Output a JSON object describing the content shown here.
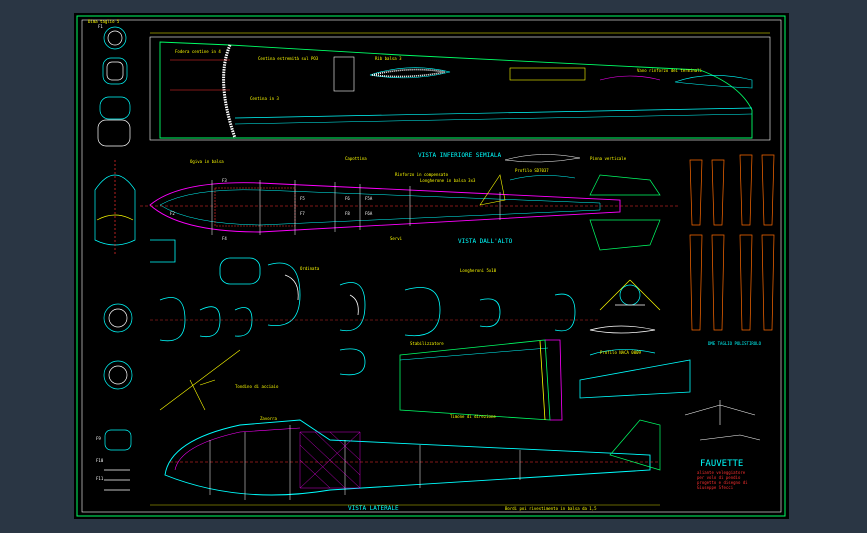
{
  "drawing": {
    "title": "FAUVETTE",
    "subtitle_lines": [
      "aliante veleggiatore",
      "per volo di pendio",
      "progetto e disegno di",
      "Giuseppe Sfecci"
    ],
    "view_labels": {
      "bottom_view": "VISTA INFERIORE SEMIALA",
      "top_view": "VISTA DALL'ALTO",
      "side_view": "VISTA LATERALE",
      "tail_panel": "DME TAGLIO POLISTIROLO"
    },
    "callouts": {
      "tl_part": "Dima taglio 5",
      "wing_pos": "Fodera centine in 4",
      "wing_pos2": "Centina estremità sul PO3",
      "rib_balsa": "Rib balsa 3",
      "tip_note": "Vano rinforzo dei terminali",
      "sheet_pos": "Centina in 3",
      "fuse_top1": "Longherone in balsa 3x3",
      "fuse_top2": "Rinforzo in compensato",
      "nose": "Ogiva in balsa",
      "canopy": "Capottina",
      "tail": "Pinna verticale",
      "servo": "Servi",
      "spar": "Longheroni 5x10",
      "profile1": "Profilo SD7037",
      "profile2": "Profilo NACA 0009",
      "stab": "Stabilizzatore",
      "rudder": "Timone di direzione",
      "dowel": "Tondino di acciaio",
      "former": "Ordinata",
      "ballast": "Zavorra",
      "bottom_note": "Bordi poi rivestimento in balsa da 1,5"
    },
    "part_labels": [
      "F1",
      "F2",
      "F3",
      "F4",
      "F5",
      "F6",
      "F7",
      "F8",
      "F9",
      "F10",
      "F11",
      "F5A",
      "F6A"
    ]
  },
  "colors": {
    "background": "#000000",
    "frame": "#00ff66",
    "outline": "#00ffff",
    "text": "#ffff00",
    "structure": "#ff00ff",
    "detail": "#ff3030",
    "white": "#ffffff"
  }
}
